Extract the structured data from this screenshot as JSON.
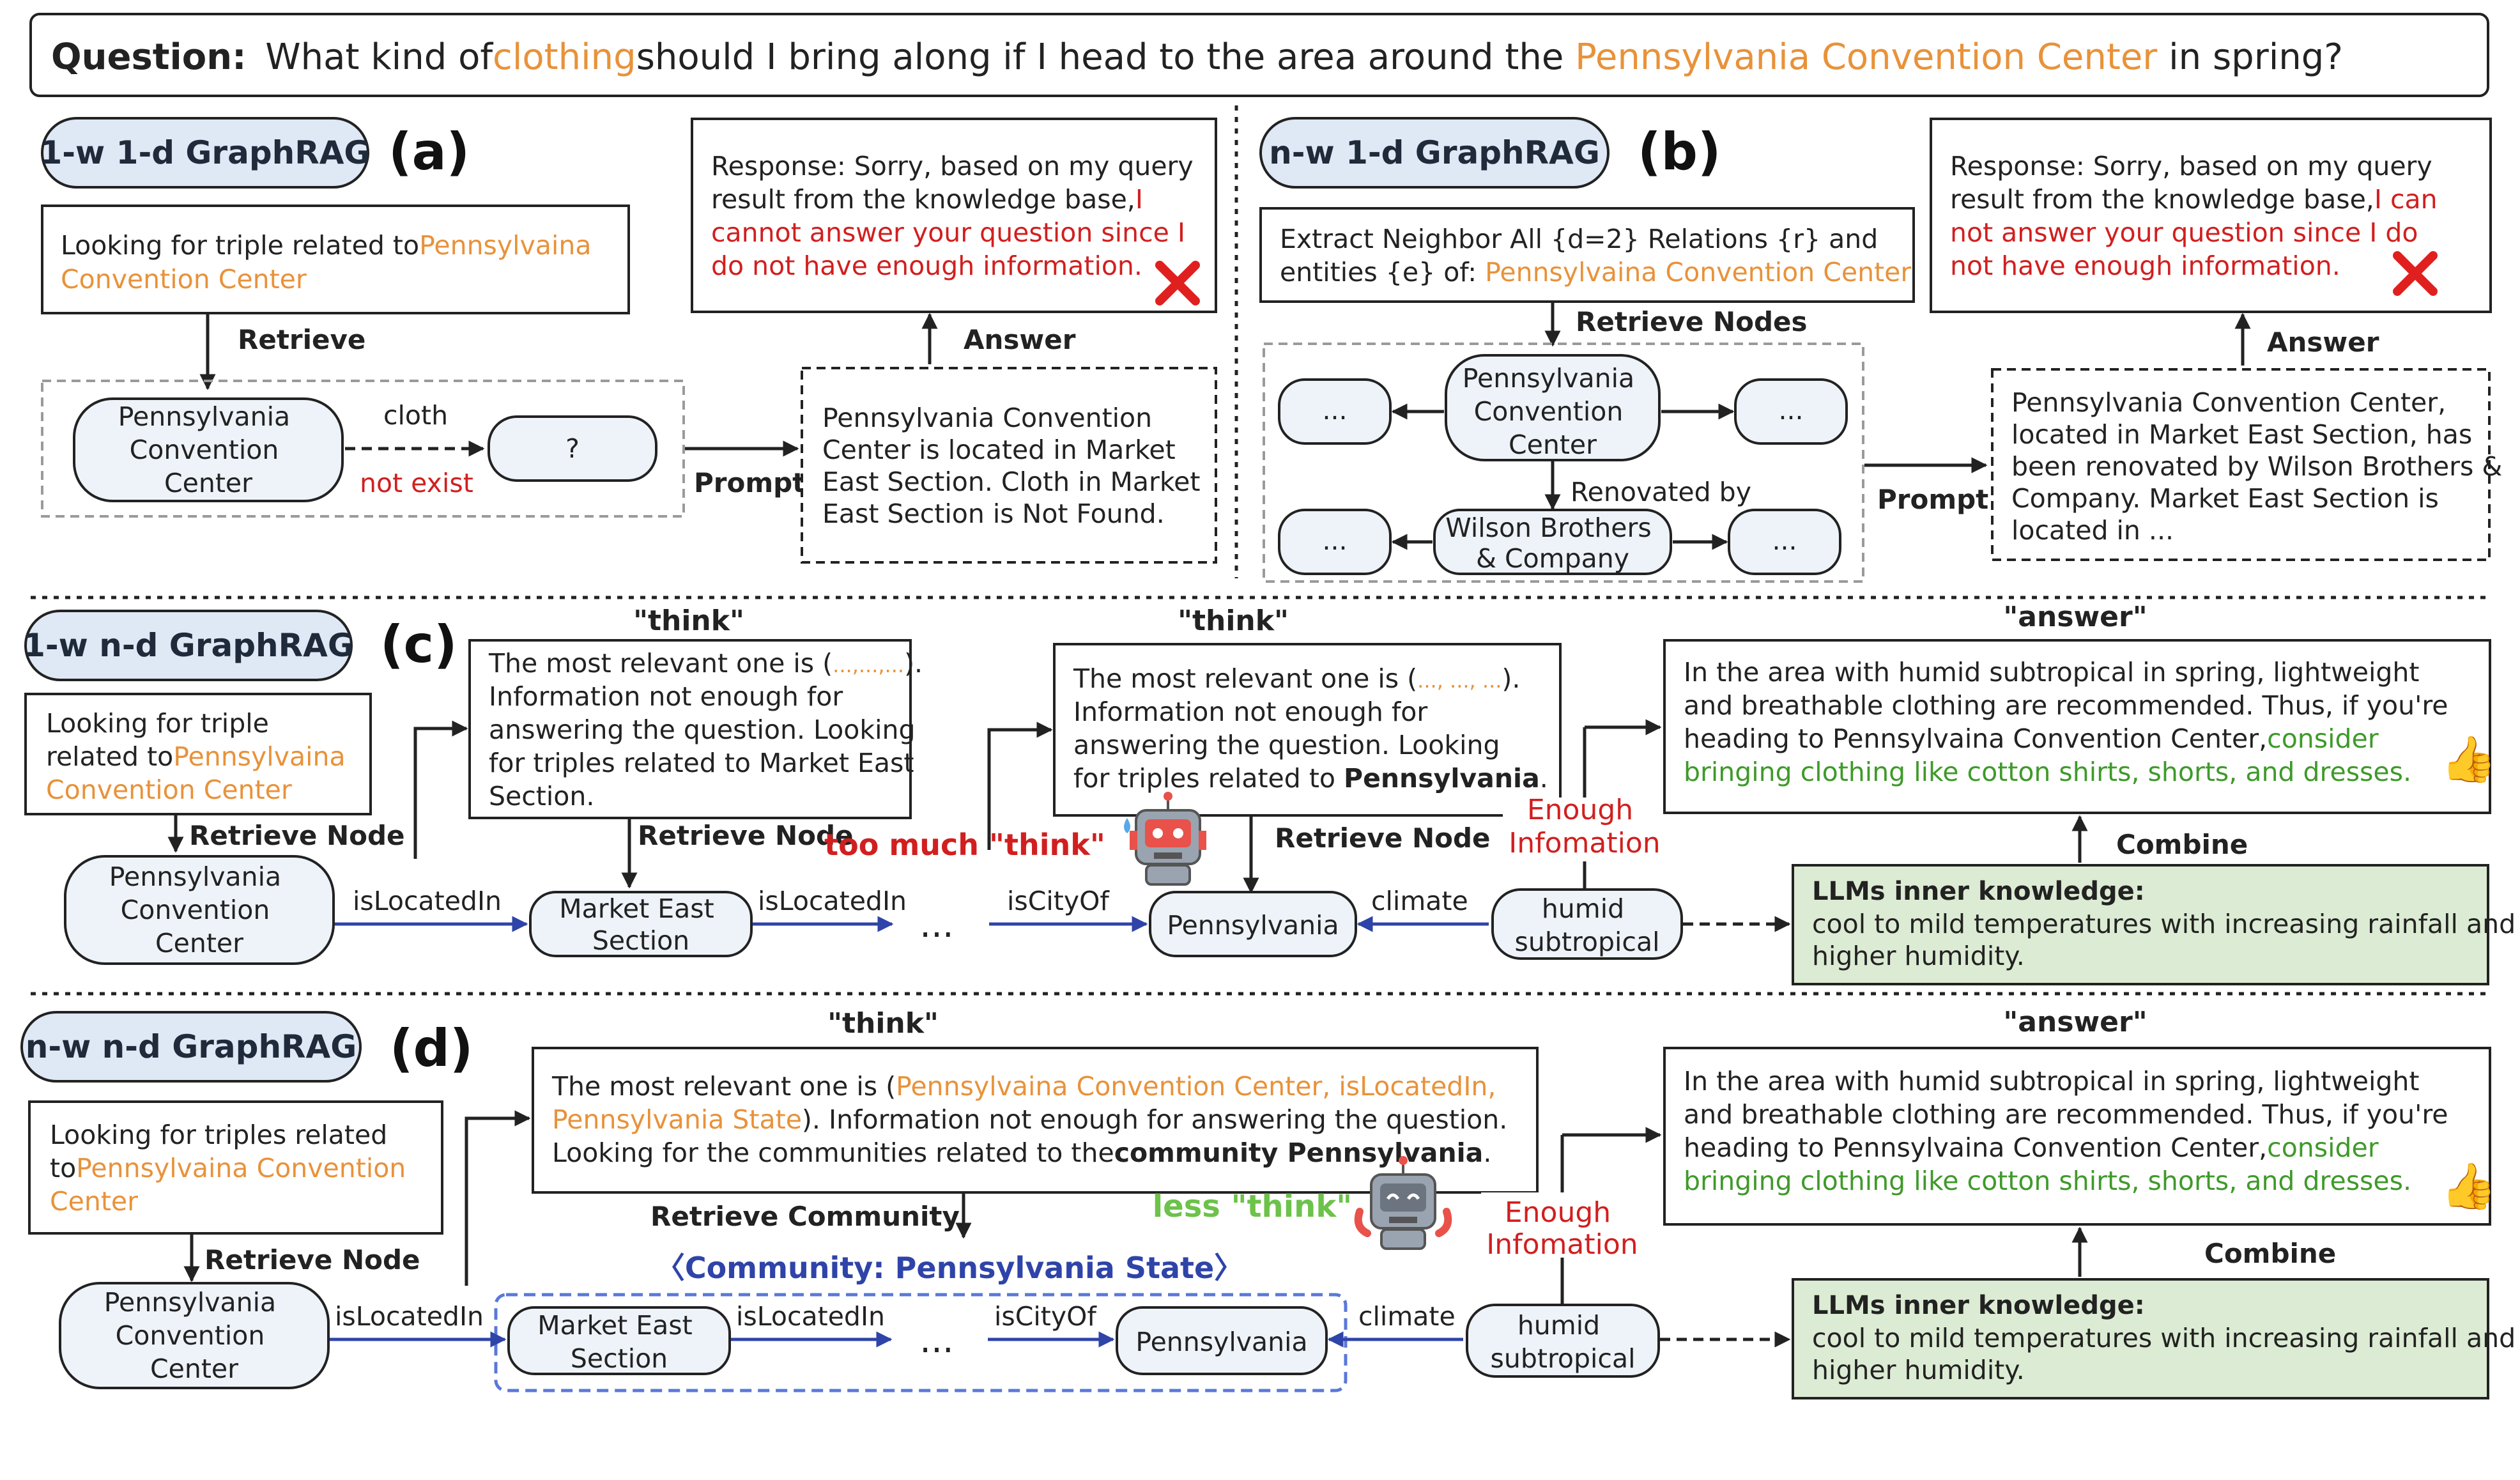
{
  "question": {
    "label": "Question:",
    "parts": [
      "What kind of",
      "clothing",
      "should I bring along if I head to the area around the ",
      "Pennsylvania Convention Center",
      " in spring?"
    ]
  },
  "colors": {
    "highlight": "#e8923a",
    "error": "#d11f1f",
    "advice": "#3f9a2a",
    "relation": "#2f44a8",
    "knowledge_fill": "#dcebd3",
    "node_fill": "#eef3f9",
    "badge_fill": "#dfe8f5"
  },
  "panel_a": {
    "badge": "1-w 1-d GraphRAG",
    "letter": "(a)",
    "query": [
      "Looking for triple related to",
      "Pennsylvaina",
      "Convention Center"
    ],
    "retrieve": "Retrieve",
    "node_pcc": [
      "Pennsylvania",
      "Convention",
      "Center"
    ],
    "edge": "cloth",
    "unknown": "?",
    "not_exist": "not exist",
    "prompt": "Prompt",
    "context": [
      "Pennsylvania Convention",
      "Center is located in Market",
      "East Section. Cloth in Market",
      "East Section is Not Found."
    ],
    "answer": "Answer",
    "response": [
      "Response: Sorry, based on my query",
      "result from the knowledge base,",
      "I",
      "cannot answer your question since I",
      "do not have enough information."
    ]
  },
  "panel_b": {
    "badge": "n-w 1-d GraphRAG",
    "letter": "(b)",
    "query": [
      "Extract Neighbor All {d=2} Relations {r} and",
      "entities {e} of: ",
      "Pennsylvaina Convention Center"
    ],
    "retrieve": "Retrieve Nodes",
    "node_pcc": [
      "Pennsylvania",
      "Convention",
      "Center"
    ],
    "ellipsis": "...",
    "renovated": "Renovated by",
    "node_wilson": [
      "Wilson Brothers",
      "& Company"
    ],
    "prompt": "Prompt",
    "context": [
      "Pennsylvania Convention Center,",
      "located in Market East Section, has",
      "been renovated by Wilson Brothers &",
      "Company. Market East Section is",
      "located in ..."
    ],
    "answer": "Answer",
    "response": [
      "Response: Sorry, based on my query",
      "result from the knowledge base,",
      "I can",
      "not answer your question since I do",
      "not have enough information."
    ]
  },
  "panel_c": {
    "badge": "1-w n-d GraphRAG",
    "letter": "(c)",
    "query": [
      "Looking for triple",
      "related to",
      "Pennsylvaina",
      "Convention Center"
    ],
    "retrieve_node_1": "Retrieve Node",
    "retrieve_node_2": "Retrieve Node",
    "retrieve_node_3": "Retrieve Node",
    "think_1_label": "\"think\"",
    "think_1": [
      "The most relevant one is (",
      "...,...,...",
      ").",
      "Information not enough for",
      "answering the question. Looking",
      "for triples related to Market East",
      "Section."
    ],
    "think_2_label": "\"think\"",
    "think_2": [
      "The most relevant one is (",
      "..., ..., ...",
      ").",
      "Information not enough for",
      "answering the question. Looking",
      "for triples related to ",
      "Pennsylvania",
      "."
    ],
    "too_much": "too much \"think\"",
    "enough": [
      "Enough",
      "Infomation"
    ],
    "answer_label": "\"answer\"",
    "answer": [
      "In the area with humid subtropical in spring, lightweight",
      "and breathable clothing are recommended. Thus, if you're",
      "heading to Pennsylvaina Convention Center,",
      "consider",
      "bringing clothing like cotton shirts, shorts, and dresses."
    ],
    "combine": "Combine",
    "node_pcc": [
      "Pennsylvania",
      "Convention",
      "Center"
    ],
    "rel_1": "isLocatedIn",
    "node_mes": [
      "Market East",
      "Section"
    ],
    "rel_2": "isLocatedIn",
    "dots": "...",
    "rel_3": "isCityOf",
    "node_pa": "Pennsylvania",
    "rel_4": "climate",
    "node_humid": [
      "humid",
      "subtropical"
    ],
    "knowledge_title": "LLMs inner knowledge:",
    "knowledge": [
      "cool to mild temperatures with increasing rainfall and",
      "higher humidity."
    ]
  },
  "panel_d": {
    "badge": "n-w n-d GraphRAG",
    "letter": "(d)",
    "query": [
      "Looking for triples related",
      "to",
      "Pennsylvaina Convention",
      "Center"
    ],
    "retrieve_node": "Retrieve Node",
    "retrieve_community": "Retrieve Community",
    "community": "〈Community:  Pennsylvania State〉",
    "think_label": "\"think\"",
    "think": [
      "The most relevant one is (",
      "Pennsylvaina Convention Center, isLocatedIn,",
      "Pennsylvania State",
      "). Information not enough for answering the question.",
      "Looking for the communities related to the",
      "community Pennsylvania",
      "."
    ],
    "less": "less \"think\"",
    "enough": [
      "Enough",
      "Infomation"
    ],
    "answer_label": "\"answer\"",
    "answer": [
      "In the area with humid subtropical in spring, lightweight",
      "and breathable clothing are recommended. Thus, if you're",
      "heading to Pennsylvaina Convention Center,",
      "consider",
      "bringing clothing like cotton shirts, shorts, and dresses."
    ],
    "combine": "Combine",
    "node_pcc": [
      "Pennsylvania",
      "Convention",
      "Center"
    ],
    "rel_1": "isLocatedIn",
    "node_mes": [
      "Market East",
      "Section"
    ],
    "rel_2": "isLocatedIn",
    "dots": "...",
    "rel_3": "isCityOf",
    "node_pa": "Pennsylvania",
    "rel_4": "climate",
    "node_humid": [
      "humid",
      "subtropical"
    ],
    "knowledge_title": "LLMs inner knowledge:",
    "knowledge": [
      "cool to mild temperatures with increasing rainfall and",
      "higher humidity."
    ]
  },
  "icons": [
    "cross-icon",
    "thumbs-up-icon",
    "robot-sweat-icon",
    "robot-happy-icon"
  ]
}
